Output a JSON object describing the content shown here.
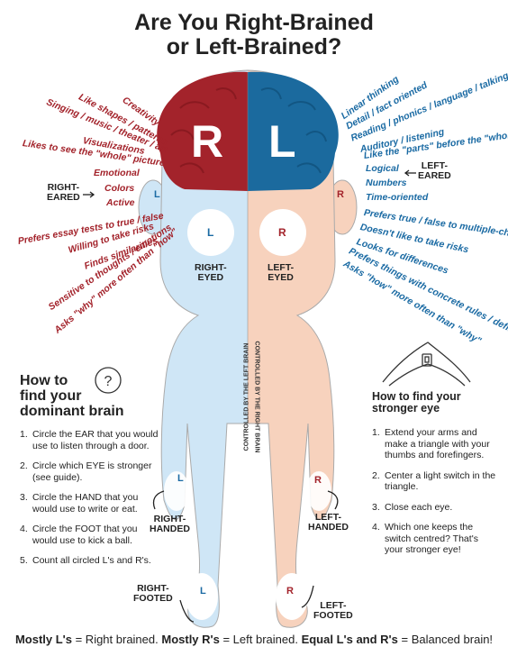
{
  "title_line1": "Are You Right-Brained",
  "title_line2": "or Left-Brained?",
  "brain_letter_right": "R",
  "brain_letter_left": "L",
  "ear_left_letter": "L",
  "ear_right_letter": "R",
  "eye_left_letter": "L",
  "eye_right_letter": "R",
  "hand_left_letter": "L",
  "hand_right_letter": "R",
  "foot_left_letter": "L",
  "foot_right_letter": "R",
  "right_brain_traits": [
    "Creativity",
    "Like shapes / patterns",
    "Singing / music / theater / art",
    "Visualizations",
    "Likes to see the \"whole\" picture",
    "Emotional",
    "Colors",
    "Active",
    "Prefers essay tests to true / false",
    "Willing to take risks",
    "Finds similarities",
    "Sensitive to thoughts / emotions",
    "Asks \"why\" more often than \"how\""
  ],
  "left_brain_traits": [
    "Linear thinking",
    "Detail / fact oriented",
    "Reading / phonics / language / talking",
    "Auditory / listening",
    "Like the \"parts\" before the \"whole\"",
    "Logical",
    "Numbers",
    "Time-oriented",
    "Prefers true / false to multiple-choice",
    "Doesn't like to take risks",
    "Looks for differences",
    "Prefers things with concrete rules / definitions",
    "Asks \"how\" more often than \"why\""
  ],
  "labels": {
    "right_eared": "RIGHT-\nEARED",
    "left_eared": "LEFT-\nEARED",
    "right_eyed": "RIGHT-\nEYED",
    "left_eyed": "LEFT-\nEYED",
    "right_handed": "RIGHT-\nHANDED",
    "left_handed": "LEFT-\nHANDED",
    "right_footed": "RIGHT-\nFOOTED",
    "left_footed": "LEFT-\nFOOTED",
    "controlled_left": "CONTROLLED BY THE LEFT BRAIN",
    "controlled_right": "CONTROLLED BY THE RIGHT BRAIN"
  },
  "dominant": {
    "title": "How to\nfind your\ndominant brain",
    "steps": [
      {
        "num": "1.",
        "text": "Circle the EAR that you would use to listen through a door."
      },
      {
        "num": "2.",
        "text": "Circle which EYE is stronger (see guide)."
      },
      {
        "num": "3.",
        "text": "Circle the HAND that you would use to write or eat."
      },
      {
        "num": "4.",
        "text": "Circle the FOOT that you would use to kick a ball."
      },
      {
        "num": "5.",
        "text": "Count all circled L's and R's."
      }
    ]
  },
  "eye_guide": {
    "title": "How to find your\nstronger eye",
    "steps": [
      {
        "num": "1.",
        "text": "Extend your arms and make a triangle with your thumbs and forefingers."
      },
      {
        "num": "2.",
        "text": "Center a light switch in the triangle."
      },
      {
        "num": "3.",
        "text": "Close each eye."
      },
      {
        "num": "4.",
        "text": "Which one keeps the switch centred? That's your stronger eye!"
      }
    ]
  },
  "footer": {
    "a_bold": "Mostly L's",
    "a_text": " = Right brained. ",
    "b_bold": "Mostly R's",
    "b_text": " = Left brained. ",
    "c_bold": "Equal L's and R's",
    "c_text": " = Balanced brain!"
  },
  "colors": {
    "brain_red": "#a3232b",
    "brain_blue": "#1b6a9e",
    "body_blue": "#cfe6f6",
    "body_peach": "#f7d2bd",
    "trait_red": "#a3232b",
    "trait_blue": "#1a6aa3"
  }
}
